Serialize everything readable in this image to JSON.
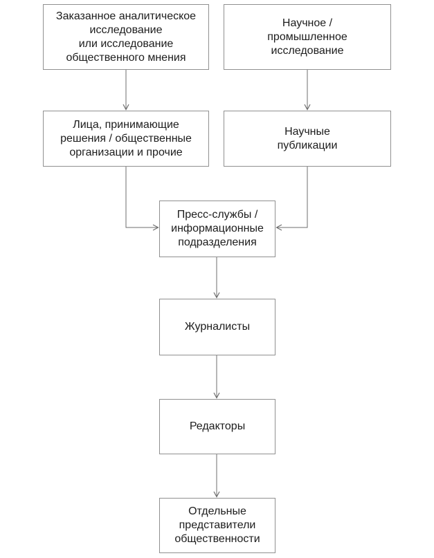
{
  "diagram": {
    "type": "flowchart",
    "colors": {
      "background": "#ffffff",
      "node_fill": "#ffffff",
      "node_border": "#8f8f8f",
      "text": "#1c1c1c",
      "arrow": "#6e6e6e"
    },
    "nodes": [
      {
        "id": "commissioned-research",
        "label": "Заказанное аналитическое\nисследование\nили исследование\nобщественного мнения"
      },
      {
        "id": "scientific-research",
        "label": "Научное /\nпромышленное\nисследование"
      },
      {
        "id": "decision-makers",
        "label": "Лица, принимающие\nрешения / общественные\nорганизации и прочие"
      },
      {
        "id": "scientific-publications",
        "label": "Научные\nпубликации"
      },
      {
        "id": "press-services",
        "label": "Пресс-службы /\nинформационные\nподразделения"
      },
      {
        "id": "journalists",
        "label": "Журналисты"
      },
      {
        "id": "editors",
        "label": "Редакторы"
      },
      {
        "id": "public-representatives",
        "label": "Отдельные\nпредставители\nобщественности"
      }
    ],
    "edges": [
      {
        "from": "commissioned-research",
        "to": "decision-makers"
      },
      {
        "from": "scientific-research",
        "to": "scientific-publications"
      },
      {
        "from": "decision-makers",
        "to": "press-services"
      },
      {
        "from": "scientific-publications",
        "to": "press-services"
      },
      {
        "from": "press-services",
        "to": "journalists"
      },
      {
        "from": "journalists",
        "to": "editors"
      },
      {
        "from": "editors",
        "to": "public-representatives"
      }
    ]
  }
}
